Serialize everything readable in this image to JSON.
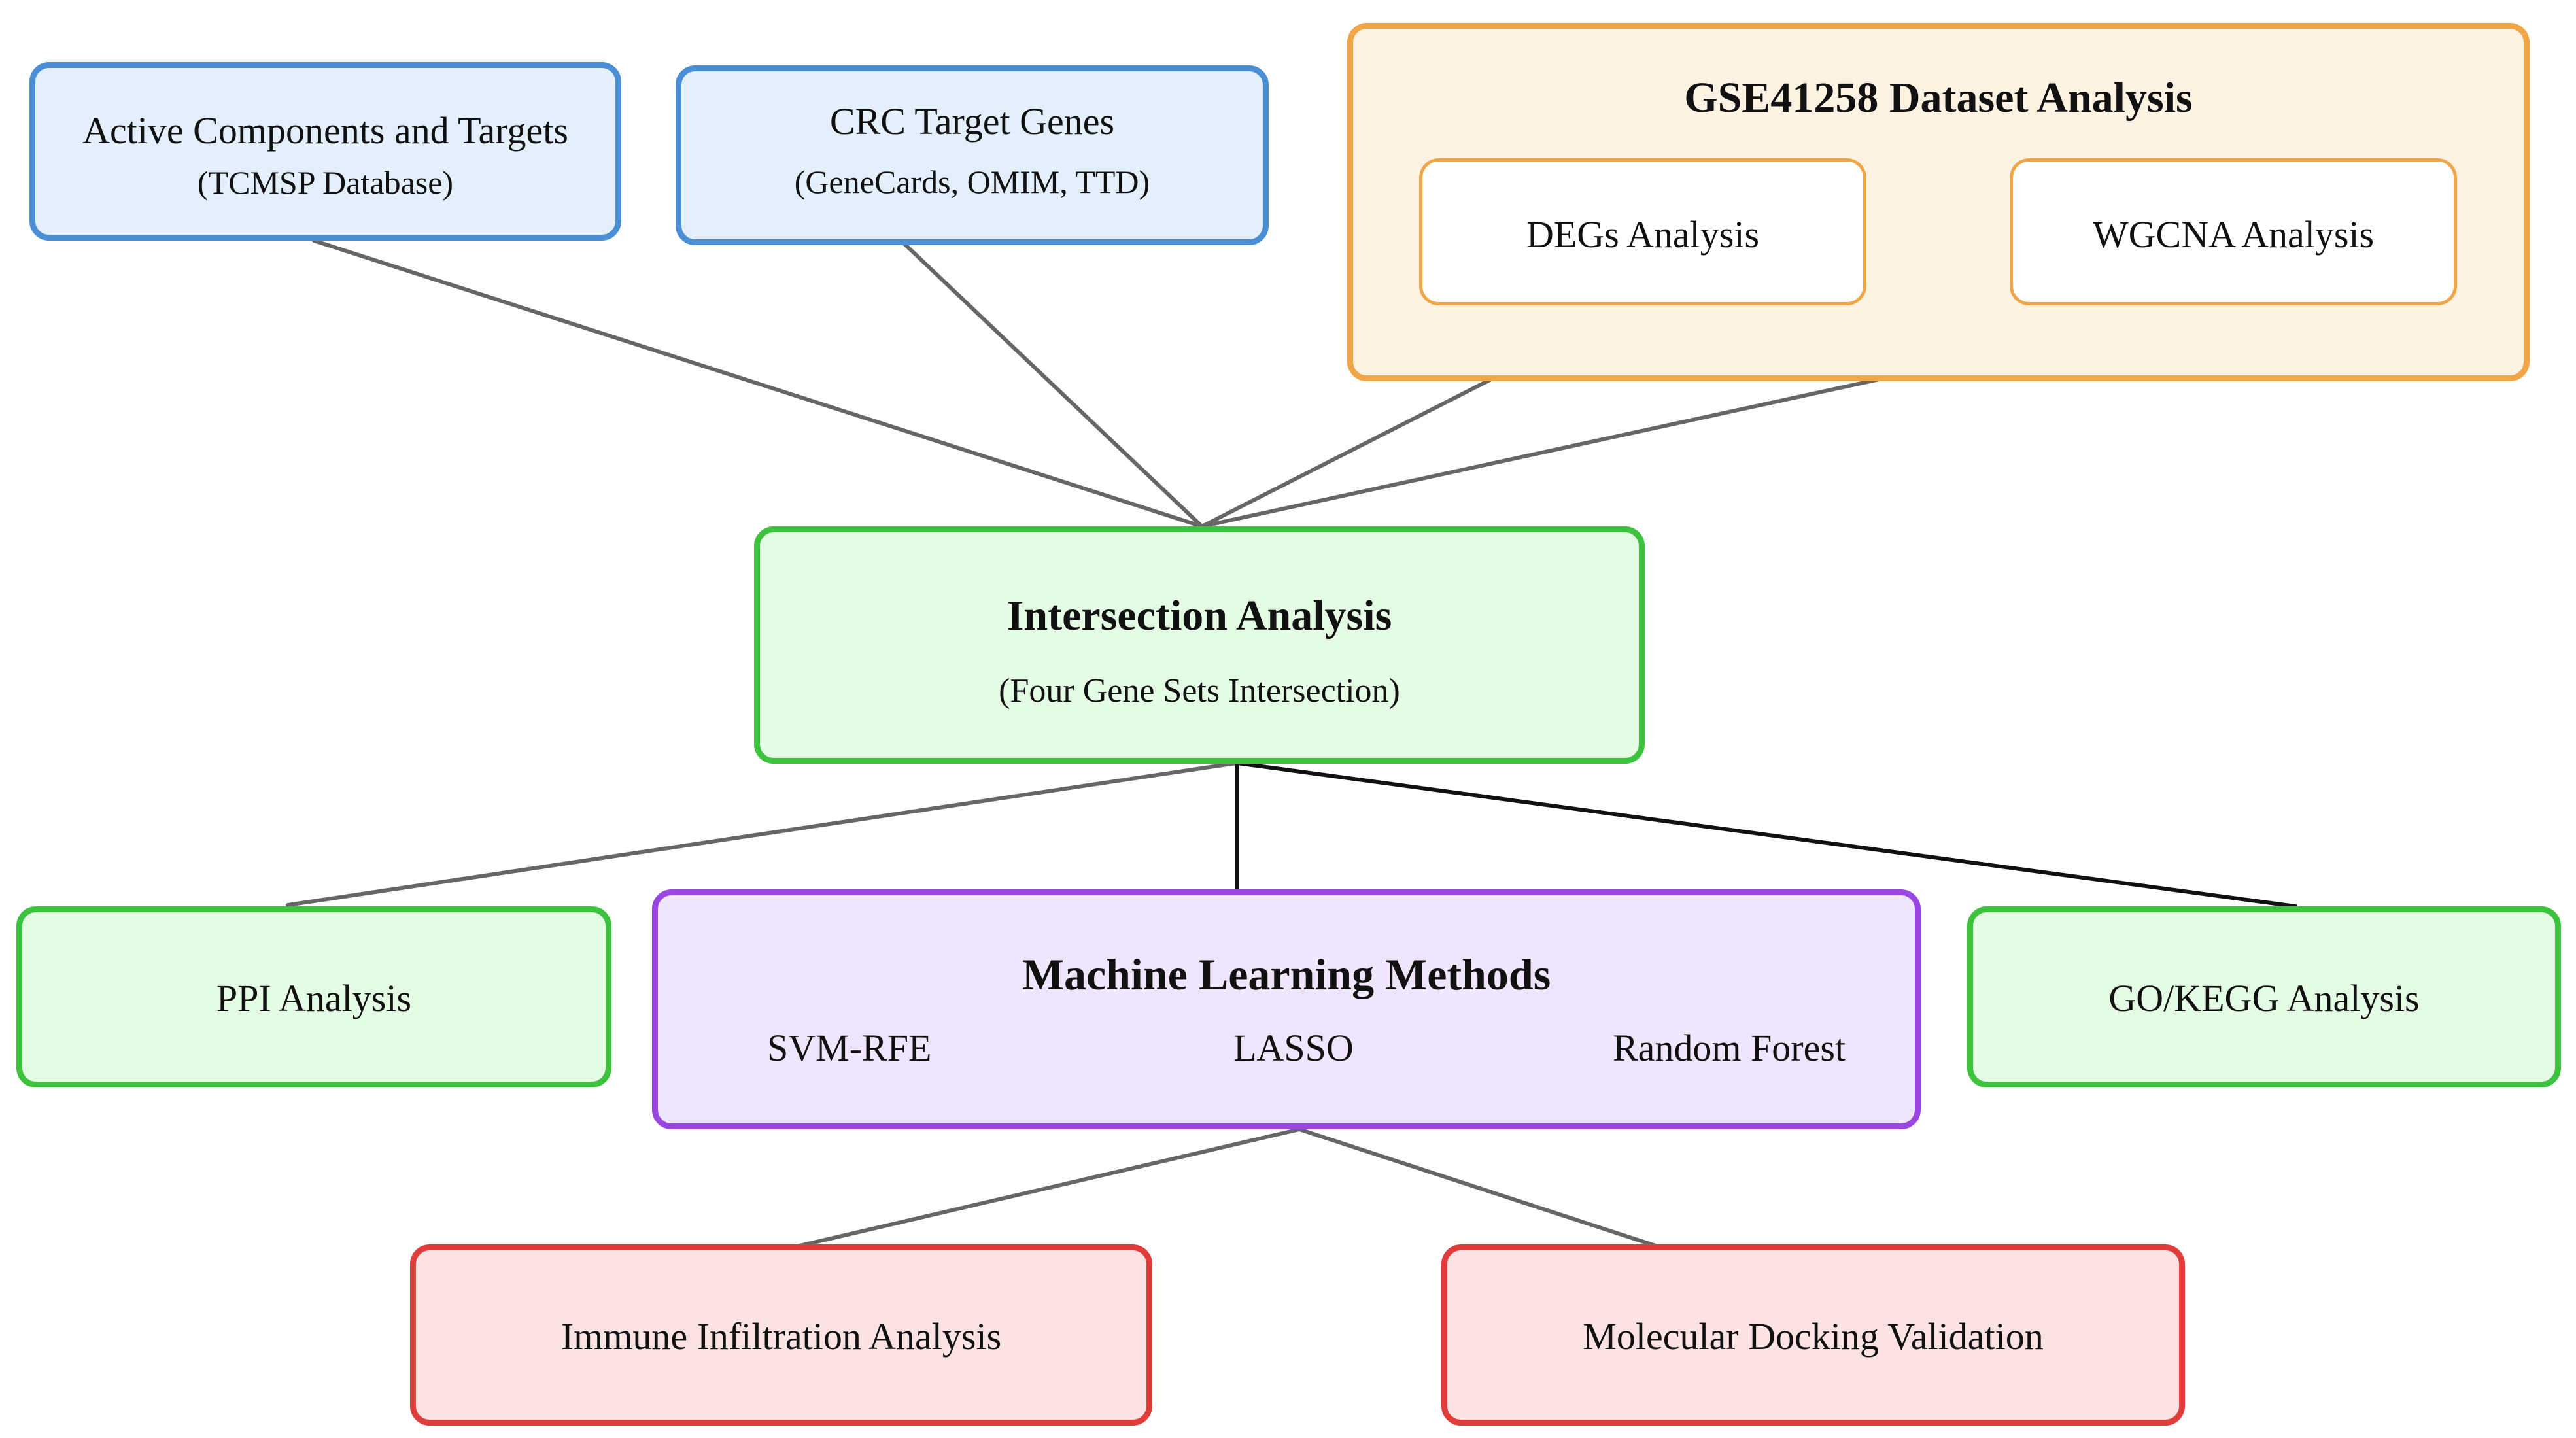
{
  "diagram": {
    "sources": {
      "active_components": {
        "title": "Active Components and Targets",
        "subtitle": "(TCMSP Database)"
      },
      "crc_targets": {
        "title": "CRC Target Genes",
        "subtitle": "(GeneCards, OMIM, TTD)"
      }
    },
    "dataset": {
      "title": "GSE41258 Dataset Analysis",
      "degs": "DEGs Analysis",
      "wgcna": "WGCNA Analysis"
    },
    "intersection": {
      "title": "Intersection Analysis",
      "subtitle": "(Four Gene Sets Intersection)"
    },
    "ppi": "PPI Analysis",
    "machine_learning": {
      "title": "Machine Learning Methods",
      "methods": [
        "SVM-RFE",
        "LASSO",
        "Random Forest"
      ]
    },
    "go_kegg": "GO/KEGG Analysis",
    "immune": "Immune Infiltration Analysis",
    "docking": "Molecular Docking Validation"
  },
  "colors": {
    "blue_border": "#4a8fd6",
    "blue_fill": "#e3f0fc",
    "orange_border": "#f0a547",
    "orange_fill": "#fef3e3",
    "green_border": "#3dc23d",
    "green_fill": "#e4fbe4",
    "purple_border": "#9a46e0",
    "purple_fill": "#efe5fc",
    "red_border": "#e03c3c",
    "red_fill": "#fce3e3",
    "connector": "#666666"
  }
}
